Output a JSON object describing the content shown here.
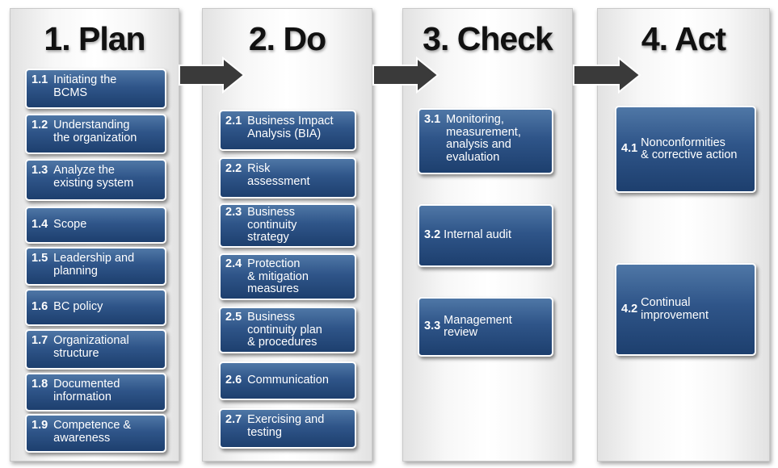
{
  "columns": [
    {
      "title": "1. Plan",
      "items": [
        {
          "num": "1.1",
          "label": "Initiating the\nBCMS"
        },
        {
          "num": "1.2",
          "label": "Understanding\n the organization"
        },
        {
          "num": "1.3",
          "label": "Analyze the\n existing system"
        },
        {
          "num": "1.4",
          "label": "Scope"
        },
        {
          "num": "1.5",
          "label": "Leadership and\nplanning"
        },
        {
          "num": "1.6",
          "label": "BC policy"
        },
        {
          "num": "1.7",
          "label": "Organizational\n structure"
        },
        {
          "num": "1.8",
          "label": "Documented\ninformation"
        },
        {
          "num": "1.9",
          "label": "Competence &\n awareness"
        }
      ]
    },
    {
      "title": "2. Do",
      "items": [
        {
          "num": "2.1",
          "label": "Business Impact\n Analysis (BIA)"
        },
        {
          "num": "2.2",
          "label": "Risk\n assessment"
        },
        {
          "num": "2.3",
          "label": "Business\ncontinuity\nstrategy"
        },
        {
          "num": "2.4",
          "label": "Protection\n& mitigation\nmeasures"
        },
        {
          "num": "2.5",
          "label": "Business\ncontinuity plan\n& procedures"
        },
        {
          "num": "2.6",
          "label": "Communication"
        },
        {
          "num": "2.7",
          "label": "Exercising and\n testing"
        }
      ]
    },
    {
      "title": "3. Check",
      "items": [
        {
          "num": "3.1",
          "label": "Monitoring,\nmeasurement,\nanalysis and\nevaluation"
        },
        {
          "num": "3.2",
          "label": "Internal audit"
        },
        {
          "num": "3.3",
          "label": "Management\n review"
        }
      ]
    },
    {
      "title": "4. Act",
      "items": [
        {
          "num": "4.1",
          "label": "Nonconformities\n & corrective action"
        },
        {
          "num": "4.2",
          "label": "Continual\n improvement"
        }
      ]
    }
  ],
  "colors": {
    "box_top": "#4f77a6",
    "box_bottom": "#1d3f6e",
    "arrow": "#3a3a3a"
  }
}
